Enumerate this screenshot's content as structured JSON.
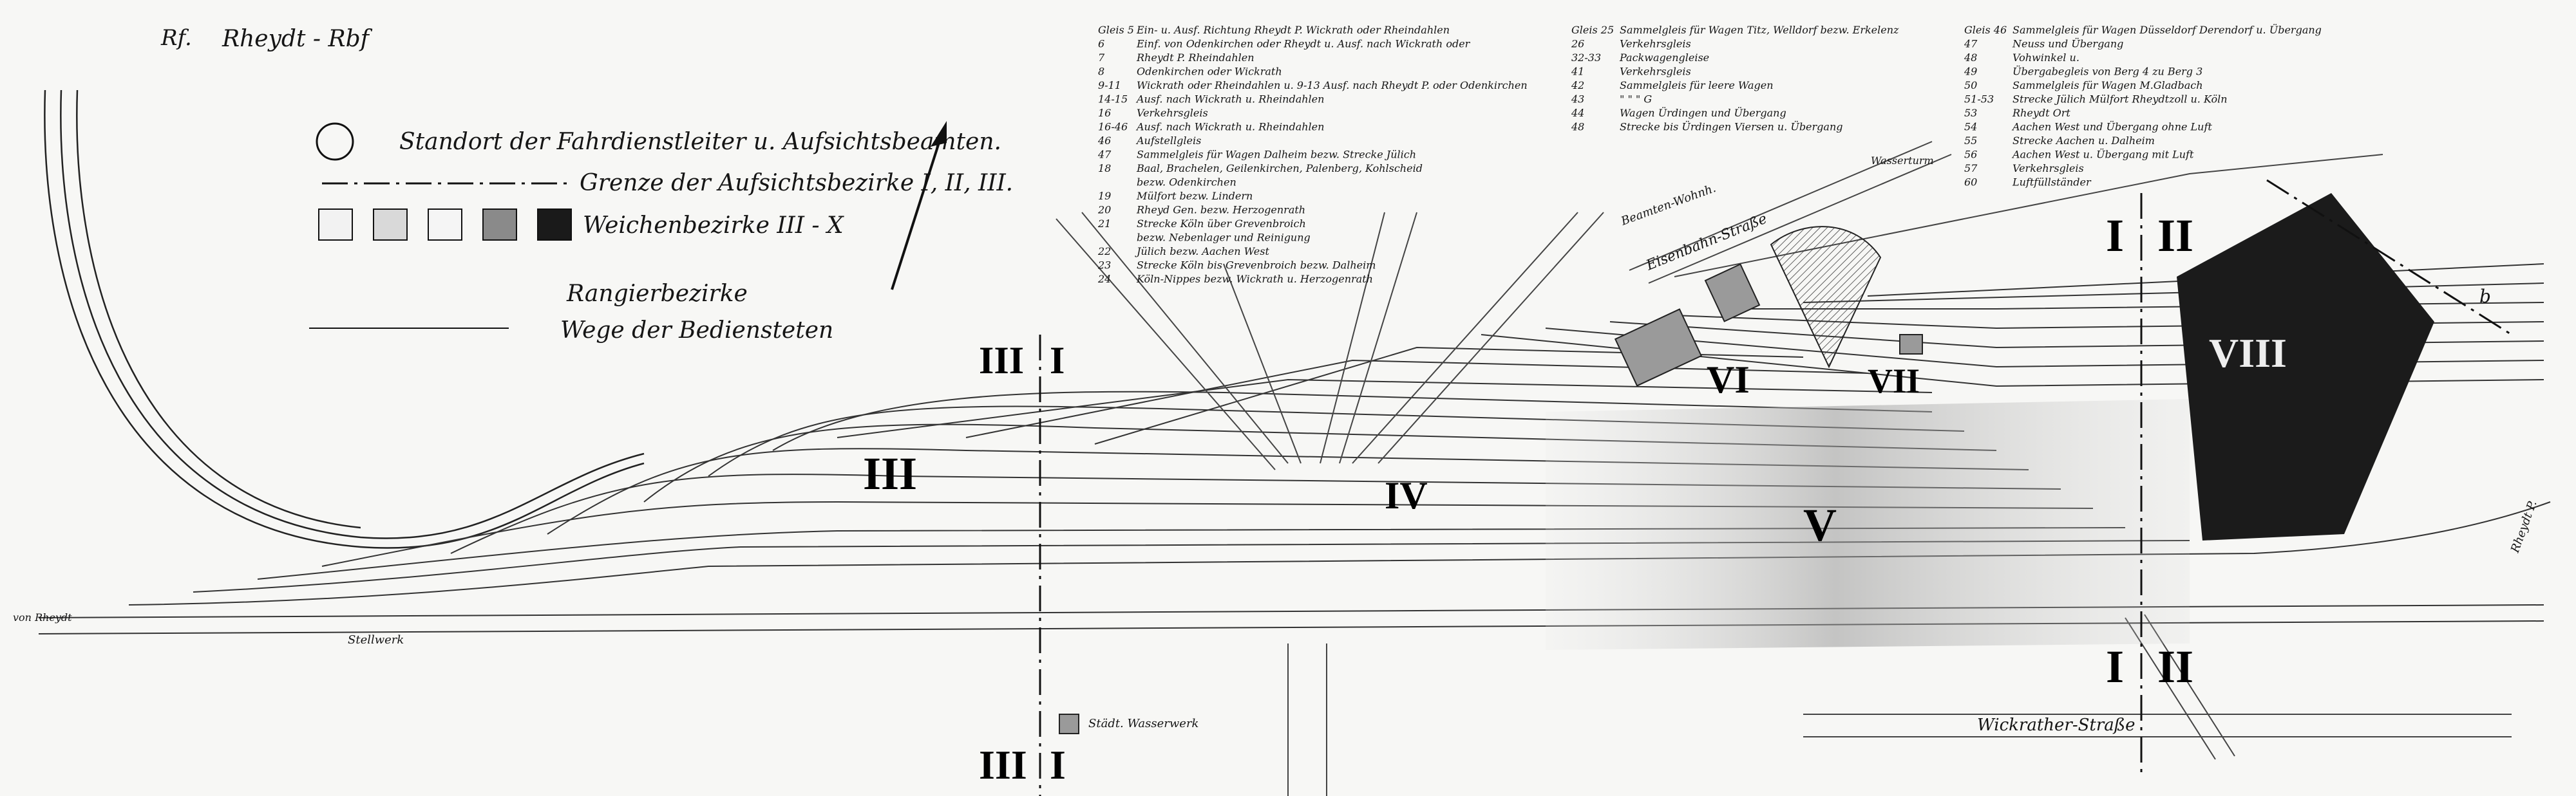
{
  "header": {
    "code_left": "Rf.",
    "title": "Rheydt - Rbf"
  },
  "legend": {
    "items": [
      {
        "symbol": "circle",
        "label": "Standort der Fahrdienstleiter u. Aufsichtsbeamten."
      },
      {
        "symbol": "dash-dot",
        "label": "Grenze der Aufsichtsbezirke I, II, III."
      },
      {
        "symbol": "shade-boxes",
        "label": "Weichenbezirke III - X"
      },
      {
        "symbol": "none",
        "label": "Rangierbezirke"
      },
      {
        "symbol": "line",
        "label": "Wege der Bediensteten"
      }
    ],
    "shade_colors": [
      "#f2f2f2",
      "#d9d9d9",
      "#f5f5f5",
      "#8a8a8a",
      "#1a1a1a"
    ]
  },
  "track_list_1": {
    "rows": [
      {
        "no": "Gleis 5",
        "text": "Ein- u. Ausf. Richtung Rheydt P. Wickrath oder Rheindahlen"
      },
      {
        "no": "6",
        "text": "Einf. von Odenkirchen oder Rheydt u. Ausf. nach Wickrath oder"
      },
      {
        "no": "7",
        "text": "Rheydt P.                    Rheindahlen"
      },
      {
        "no": "8",
        "text": "Odenkirchen oder Wickrath"
      },
      {
        "no": "9-11",
        "text": "Wickrath oder Rheindahlen u. 9-13 Ausf. nach Rheydt P. oder Odenkirchen"
      },
      {
        "no": "14-15",
        "text": "Ausf. nach Wickrath u. Rheindahlen"
      },
      {
        "no": "16",
        "text": "Verkehrsgleis"
      },
      {
        "no": "16-46",
        "text": "Ausf. nach Wickrath u. Rheindahlen"
      },
      {
        "no": "46",
        "text": "Aufstellgleis"
      },
      {
        "no": "47",
        "text": "Sammelgleis für Wagen Dalheim bezw. Strecke Jülich"
      },
      {
        "no": "18",
        "text": "Baal, Brachelen, Geilenkirchen, Palenberg, Kohlscheid"
      },
      {
        "no": "",
        "text": "bezw. Odenkirchen"
      },
      {
        "no": "19",
        "text": "Mülfort bezw. Lindern"
      },
      {
        "no": "20",
        "text": "Rheyd Gen. bezw. Herzogenrath"
      },
      {
        "no": "21",
        "text": "Strecke Köln über Grevenbroich"
      },
      {
        "no": "",
        "text": "bezw. Nebenlager und Reinigung"
      },
      {
        "no": "22",
        "text": "Jülich bezw. Aachen West"
      },
      {
        "no": "23",
        "text": "Strecke Köln bis Grevenbroich bezw. Dalheim"
      },
      {
        "no": "24",
        "text": "Köln-Nippes bezw. Wickrath u. Herzogenrath"
      }
    ]
  },
  "track_list_2": {
    "rows": [
      {
        "no": "Gleis 25",
        "text": "Sammelgleis für Wagen Titz, Welldorf bezw. Erkelenz"
      },
      {
        "no": "26",
        "text": "Verkehrsgleis"
      },
      {
        "no": "32-33",
        "text": "Packwagengleise"
      },
      {
        "no": "41",
        "text": "Verkehrsgleis"
      },
      {
        "no": "42",
        "text": "Sammelgleis für leere Wagen"
      },
      {
        "no": "43",
        "text": "\"      \"      \"  G"
      },
      {
        "no": "44",
        "text": "Wagen Ürdingen und Übergang"
      },
      {
        "no": "48",
        "text": "Strecke bis Ürdingen Viersen u. Übergang"
      }
    ]
  },
  "track_list_3": {
    "rows": [
      {
        "no": "Gleis 46",
        "text": "Sammelgleis für Wagen Düsseldorf Derendorf u. Übergang"
      },
      {
        "no": "47",
        "text": "Neuss und Übergang"
      },
      {
        "no": "48",
        "text": "Vohwinkel u."
      },
      {
        "no": "49",
        "text": "Übergabegleis von Berg 4 zu Berg 3"
      },
      {
        "no": "50",
        "text": "Sammelgleis für Wagen M.Gladbach"
      },
      {
        "no": "51-53",
        "text": "Strecke Jülich Mülfort Rheydtzoll u. Köln"
      },
      {
        "no": "53",
        "text": "Rheydt Ort"
      },
      {
        "no": "54",
        "text": "Aachen West und Übergang ohne Luft"
      },
      {
        "no": "55",
        "text": "Strecke Aachen u. Dalheim"
      },
      {
        "no": "56",
        "text": "Aachen West u. Übergang mit Luft"
      },
      {
        "no": "57",
        "text": "Verkehrsgleis"
      },
      {
        "no": "60",
        "text": "Luftfüllständer"
      }
    ]
  },
  "districts": {
    "III": "III",
    "IV": "IV",
    "V": "V",
    "VI": "VI",
    "VII": "VII",
    "VIII": "VIII",
    "I": "I",
    "II": "II"
  },
  "place_labels": {
    "eisenbahn_strasse": "Eisenbahn-Straße",
    "wickrather_strasse": "Wickrather-Straße",
    "staedt_wasserwerk": "Städt. Wasserwerk",
    "stellwerk": "Stellwerk",
    "beamten_wohnh": "Beamten-Wohnh.",
    "wasserturm": "Wasserturm",
    "rheydt_p": "Rheydt P.",
    "von_rheydt": "von Rheydt",
    "b_mark": "b"
  }
}
